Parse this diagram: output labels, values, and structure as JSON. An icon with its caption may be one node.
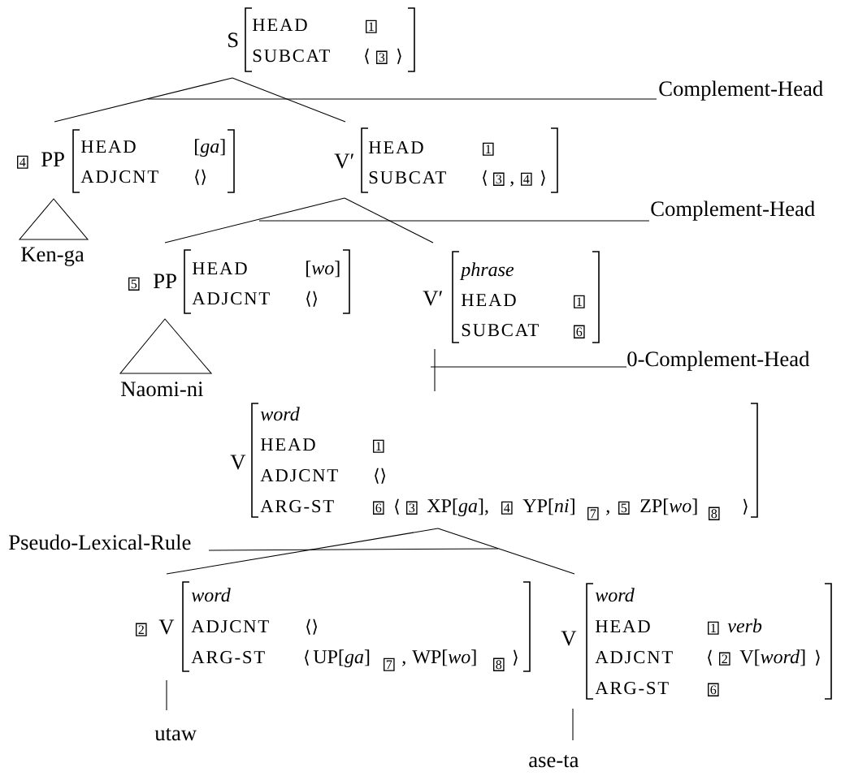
{
  "diagram": {
    "nodes": [
      {
        "text": [
          "S",
          "HEAD",
          "1",
          "SUBCAT",
          "⟨",
          "3",
          "⟩"
        ]
      },
      {
        "text": [
          "4",
          "PP",
          "HEAD",
          "[*ga*]",
          "ADJCNT",
          "⟨⟩"
        ]
      },
      {
        "text": [
          "Ken-ga"
        ]
      },
      {
        "text": [
          "V′",
          "HEAD",
          "1",
          "SUBCAT",
          "⟨",
          "3",
          ",",
          "4",
          "⟩"
        ]
      },
      {
        "text": [
          "5",
          "PP",
          "HEAD",
          "[*wo*]",
          "ADJCNT",
          "⟨⟩"
        ]
      },
      {
        "text": [
          "Naomi-ni"
        ]
      },
      {
        "text": [
          "V′",
          "phrase",
          "HEAD",
          "1",
          "SUBCAT",
          "6"
        ]
      },
      {
        "text": [
          "V",
          "word",
          "HEAD",
          "1",
          "ADJCNT",
          "⟨⟩",
          "ARG-ST",
          "6",
          "⟨",
          "3",
          "XP[*ga*],",
          "4",
          "YP[*ni*]",
          "7",
          ",",
          "5",
          "ZP[*wo*]",
          "8",
          "⟩"
        ]
      },
      {
        "text": [
          "2",
          "V",
          "word",
          "ADJCNT",
          "⟨⟩",
          "ARG-ST",
          "⟨",
          "UP[*ga*]",
          "7",
          ",",
          "WP[*wo*]",
          "8",
          "⟩"
        ]
      },
      {
        "text": [
          "utaw"
        ]
      },
      {
        "text": [
          "V",
          "word",
          "HEAD",
          "1",
          "verb",
          "ADJCNT",
          "⟨",
          "2",
          "V[*word*]",
          "⟩",
          "ARG-ST",
          "6"
        ]
      },
      {
        "text": [
          "ase-ta"
        ]
      },
      {
        "text": [
          "Complement-Head"
        ]
      },
      {
        "text": [
          "Complement-Head"
        ]
      },
      {
        "text": [
          "0-Complement-Head"
        ]
      },
      {
        "text": [
          "Pseudo-Lexical-Rule"
        ]
      }
    ],
    "edges": [
      {
        "from": 0,
        "to": 1,
        "arrow": "none"
      },
      {
        "from": 0,
        "to": 3,
        "arrow": "none"
      },
      {
        "from": 1,
        "to": 2,
        "arrow": "none"
      },
      {
        "from": 3,
        "to": 4,
        "arrow": "none"
      },
      {
        "from": 3,
        "to": 6,
        "arrow": "none"
      },
      {
        "from": 4,
        "to": 5,
        "arrow": "none"
      },
      {
        "from": 6,
        "to": 7,
        "arrow": "none"
      },
      {
        "from": 7,
        "to": 8,
        "arrow": "none"
      },
      {
        "from": 7,
        "to": 10,
        "arrow": "none"
      },
      {
        "from": 8,
        "to": 9,
        "arrow": "none"
      },
      {
        "from": 10,
        "to": 11,
        "arrow": "none"
      },
      {
        "from": 12,
        "to": null,
        "arrow": "none"
      },
      {
        "from": 13,
        "to": null,
        "arrow": "none"
      },
      {
        "from": 14,
        "to": null,
        "arrow": "none"
      },
      {
        "from": 15,
        "to": null,
        "arrow": "none"
      }
    ]
  }
}
